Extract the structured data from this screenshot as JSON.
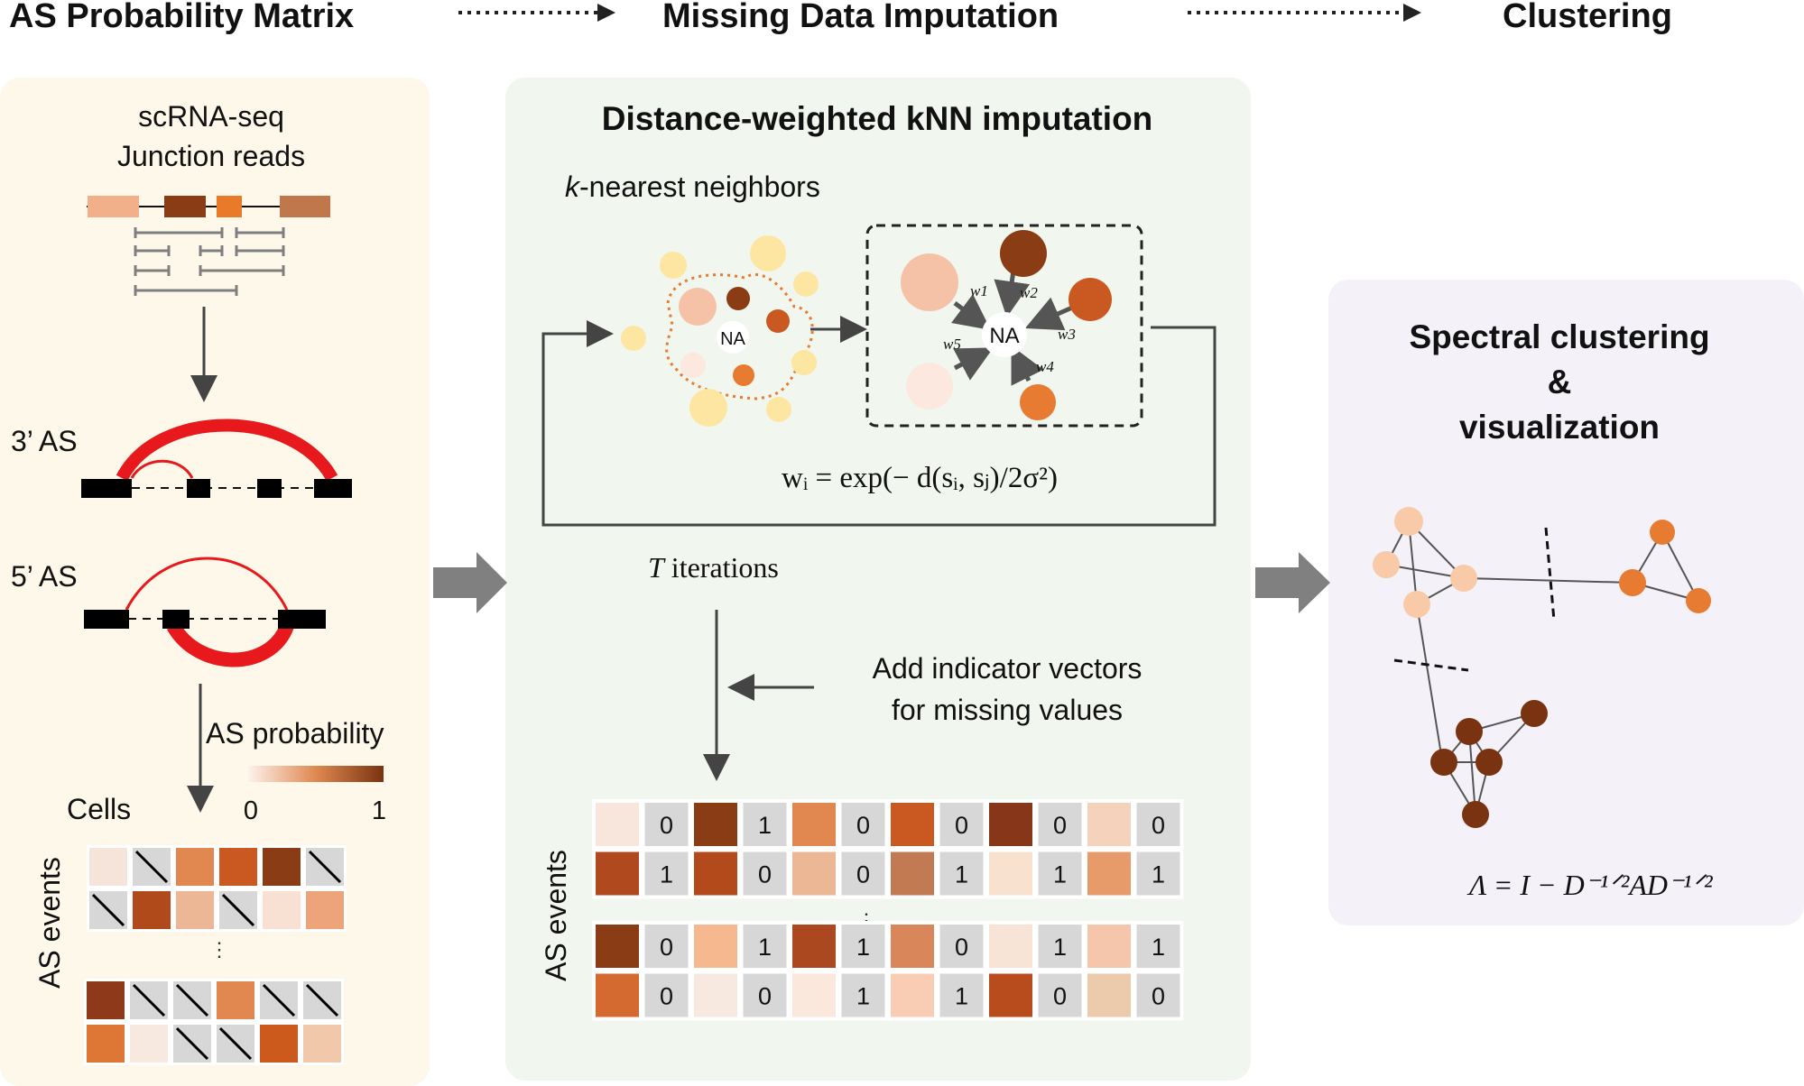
{
  "stages": {
    "stage1": "AS Probability Matrix",
    "stage2": "Missing Data Imputation",
    "stage3": "Clustering"
  },
  "panel1": {
    "title_line1": "scRNA-seq",
    "title_line2": "Junction reads",
    "as3_label": "3’ AS",
    "as5_label": "5’ AS",
    "prob_label": "AS probability",
    "cells_label": "Cells",
    "scale_min": "0",
    "scale_max": "1",
    "events_label": "AS events",
    "ellipsis": "⋮",
    "matrix_top": [
      [
        "#f6e4da",
        "na",
        "#e08850",
        "#c95920",
        "#8a3c14",
        "na"
      ],
      [
        "na",
        "#b04a1a",
        "#ecb794",
        "na",
        "#f8e1d2",
        "#eea47a"
      ]
    ],
    "matrix_bottom": [
      [
        "#8e3a1a",
        "na",
        "na",
        "#e08850",
        "na",
        "na"
      ],
      [
        "#de7736",
        "#f8e9e0",
        "na",
        "na",
        "#cc5a1c",
        "#f2c8aa"
      ]
    ]
  },
  "panel2": {
    "title": "Distance-weighted kNN imputation",
    "knn_italic": "k",
    "knn_rest": "-nearest neighbors",
    "na_label": "NA",
    "weights": [
      "w1",
      "w2",
      "w3",
      "w4",
      "w5"
    ],
    "formula": "wᵢ = exp(− d(sᵢ, sⱼ)/2σ²)",
    "iterations_T": "T",
    "iterations_rest": " iterations",
    "indicator_line1": "Add indicator vectors",
    "indicator_line2": "for missing values",
    "events_label": "AS events",
    "ellipsis": "⋮",
    "matrix_top": [
      [
        "#f8e6dc",
        "0",
        "#8a3c14",
        "1",
        "#e08850",
        "0",
        "#c95920",
        "0",
        "#88361a",
        "0",
        "#f4d2bc",
        "0"
      ],
      [
        "#b04a1e",
        "1",
        "#b24a1c",
        "0",
        "#ecb794",
        "0",
        "#c27a52",
        "1",
        "#f9e1d0",
        "1",
        "#e89b6a",
        "1"
      ]
    ],
    "matrix_bottom": [
      [
        "#8a3c14",
        "0",
        "#f5b88f",
        "1",
        "#ac4820",
        "1",
        "#d9875a",
        "0",
        "#f8e4d6",
        "1",
        "#f6c6ac",
        "1"
      ],
      [
        "#d46a30",
        "0",
        "#f8e9e0",
        "0",
        "#fbe8dc",
        "1",
        "#f8cdb4",
        "1",
        "#b84c1c",
        "0",
        "#eccbac",
        "0"
      ]
    ]
  },
  "panel3": {
    "title_line1": "Spectral clustering",
    "title_line2": "&",
    "title_line3": "visualization",
    "formula": "Λ = I − D⁻¹ᐟ²AD⁻¹ᐟ²"
  },
  "colors": {
    "panel1_bg": "#fdf8ea",
    "panel2_bg": "#f1f6ee",
    "panel3_bg": "#f4f2f8",
    "arc_red": "#e8191c",
    "exon_black": "#000000",
    "na_gray": "#d7d7d7",
    "arrow_gray": "#7f7f7f",
    "dot_orange": "#e87b32"
  },
  "icons": {
    "flow_arrow": "dotted-arrow-icon",
    "block_arrow": "block-arrow-icon",
    "na_cell": "slash-cell-icon"
  }
}
